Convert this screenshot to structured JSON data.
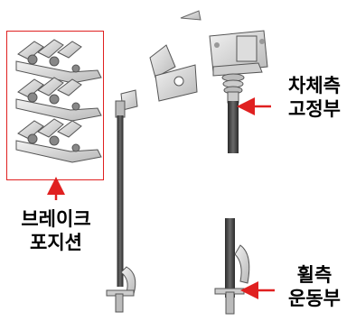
{
  "colors": {
    "accent": "#e02020",
    "metal_light": "#d9d9d9",
    "metal_dark": "#555555",
    "rod": "#3c3c3c"
  },
  "labels": {
    "brake_position": {
      "line1": "브레이크",
      "line2": "포지션"
    },
    "body_side_fixed": {
      "line1": "차체측",
      "line2": "고정부"
    },
    "wheel_side_moving": {
      "line1": "휠측",
      "line2": "운동부"
    }
  },
  "icons": [
    "arrow-up-icon",
    "arrow-left-icon"
  ]
}
